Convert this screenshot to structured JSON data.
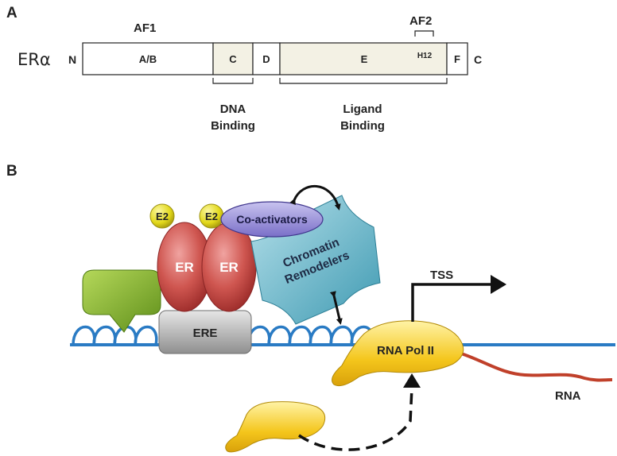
{
  "panel_a": {
    "label": "A",
    "protein_name": "ERα",
    "n_terminus": "N",
    "c_terminus": "C",
    "af1": "AF1",
    "af2": "AF2",
    "domains": [
      "A/B",
      "C",
      "D",
      "E",
      "F"
    ],
    "helix": "H12",
    "dna_binding_line1": "DNA",
    "dna_binding_line2": "Binding",
    "ligand_binding_line1": "Ligand",
    "ligand_binding_line2": "Binding"
  },
  "panel_b": {
    "label": "B",
    "ligand_left": "E2",
    "ligand_right": "E2",
    "receptor_left": "ER",
    "receptor_right": "ER",
    "response_element": "ERE",
    "coactivators": "Co-activators",
    "chromatin_line1": "Chromatin",
    "chromatin_line2": "Remodelers",
    "tss": "TSS",
    "polymerase": "RNA Pol II",
    "rna": "RNA"
  },
  "colors": {
    "dna": "#2a7bc4",
    "rna": "#c0402a",
    "receptor": "#c84a4a",
    "ligand": "#e8e020",
    "coactivator": "#8a7fd0",
    "remodeler": "#5fb0c4",
    "polymerase": "#f2c21a",
    "cofactor": "#7aa825",
    "ere": "#a8a8a8"
  }
}
